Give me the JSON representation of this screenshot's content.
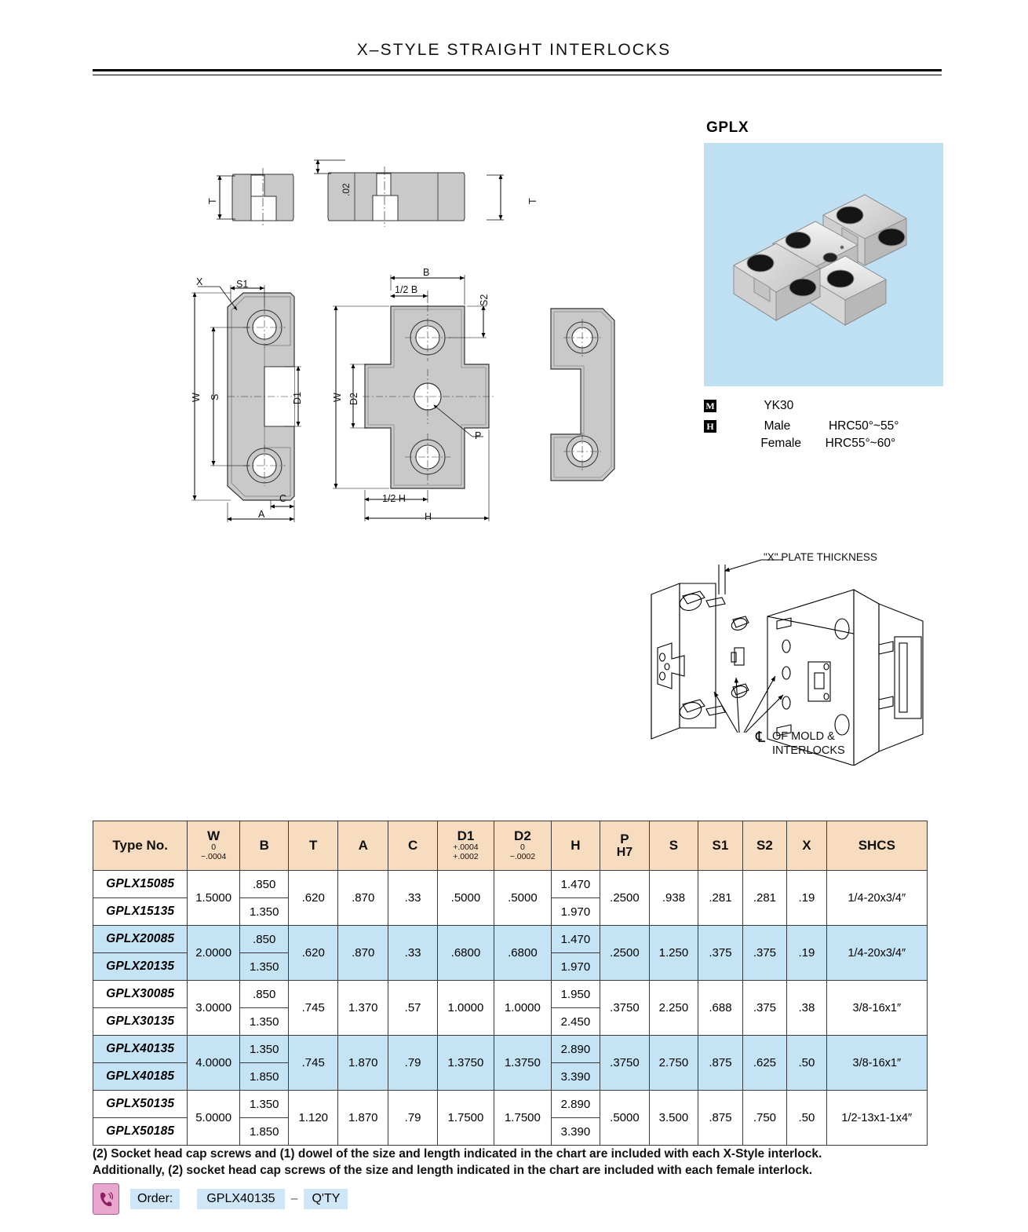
{
  "header": {
    "title": "X–STYLE  STRAIGHT  INTERLOCKS"
  },
  "product": {
    "code": "GPLX",
    "material_badge": "M",
    "hardness_badge": "H",
    "material": "YK30",
    "male_label": "Male",
    "male_hardness": "HRC50°~55°",
    "female_label": "Female",
    "female_hardness": "HRC55°~60°"
  },
  "drawings": {
    "side_view_left": {
      "T": "T"
    },
    "side_view_mid": {
      "tol": ".02",
      "T": "T"
    },
    "male_view": {
      "X": "X",
      "S1": "S1",
      "W": "W",
      "S": "S",
      "D1": "D1",
      "C": "C",
      "A": "A"
    },
    "cross_view": {
      "B": "B",
      "half_B": "1/2 B",
      "S2": "S2",
      "W": "W",
      "D2": "D2",
      "P": "P",
      "half_H": "1/2 H",
      "H": "H"
    },
    "mold": {
      "plate_thickness": "\"X\" PLATE THICKNESS",
      "centerline_glyph": "℄",
      "centerline_line1": "OF MOLD &",
      "centerline_line2": "INTERLOCKS"
    }
  },
  "table": {
    "columns": [
      {
        "key": "type",
        "label": "Type No.",
        "tol": ""
      },
      {
        "key": "W",
        "label": "W",
        "tol_top": "0",
        "tol_bot": "−.0004"
      },
      {
        "key": "B",
        "label": "B",
        "tol": ""
      },
      {
        "key": "T",
        "label": "T",
        "tol": ""
      },
      {
        "key": "A",
        "label": "A",
        "tol": ""
      },
      {
        "key": "C",
        "label": "C",
        "tol": ""
      },
      {
        "key": "D1",
        "label": "D1",
        "tol_top": "+.0004",
        "tol_bot": "+.0002"
      },
      {
        "key": "D2",
        "label": "D2",
        "tol_top": "0",
        "tol_bot": "−.0002"
      },
      {
        "key": "H",
        "label": "H",
        "tol": ""
      },
      {
        "key": "P",
        "label": "P",
        "sub": "H7"
      },
      {
        "key": "S",
        "label": "S",
        "tol": ""
      },
      {
        "key": "S1",
        "label": "S1",
        "tol": ""
      },
      {
        "key": "S2",
        "label": "S2",
        "tol": ""
      },
      {
        "key": "X",
        "label": "X",
        "tol": ""
      },
      {
        "key": "SHCS",
        "label": "SHCS",
        "tol": ""
      }
    ],
    "groups": [
      {
        "highlight": false,
        "types": [
          "GPLX15085",
          "GPLX15135"
        ],
        "W": "1.5000",
        "B": [
          ".850",
          "1.350"
        ],
        "T": ".620",
        "A": ".870",
        "C": ".33",
        "D1": ".5000",
        "D2": ".5000",
        "H": [
          "1.470",
          "1.970"
        ],
        "P": ".2500",
        "S": ".938",
        "S1": ".281",
        "S2": ".281",
        "X": ".19",
        "SHCS": "1/4-20x3/4″"
      },
      {
        "highlight": true,
        "types": [
          "GPLX20085",
          "GPLX20135"
        ],
        "W": "2.0000",
        "B": [
          ".850",
          "1.350"
        ],
        "T": ".620",
        "A": ".870",
        "C": ".33",
        "D1": ".6800",
        "D2": ".6800",
        "H": [
          "1.470",
          "1.970"
        ],
        "P": ".2500",
        "S": "1.250",
        "S1": ".375",
        "S2": ".375",
        "X": ".19",
        "SHCS": "1/4-20x3/4″"
      },
      {
        "highlight": false,
        "types": [
          "GPLX30085",
          "GPLX30135"
        ],
        "W": "3.0000",
        "B": [
          ".850",
          "1.350"
        ],
        "T": ".745",
        "A": "1.370",
        "C": ".57",
        "D1": "1.0000",
        "D2": "1.0000",
        "H": [
          "1.950",
          "2.450"
        ],
        "P": ".3750",
        "S": "2.250",
        "S1": ".688",
        "S2": ".375",
        "X": ".38",
        "SHCS": "3/8-16x1″"
      },
      {
        "highlight": true,
        "types": [
          "GPLX40135",
          "GPLX40185"
        ],
        "W": "4.0000",
        "B": [
          "1.350",
          "1.850"
        ],
        "T": ".745",
        "A": "1.870",
        "C": ".79",
        "D1": "1.3750",
        "D2": "1.3750",
        "H": [
          "2.890",
          "3.390"
        ],
        "P": ".3750",
        "S": "2.750",
        "S1": ".875",
        "S2": ".625",
        "X": ".50",
        "SHCS": "3/8-16x1″"
      },
      {
        "highlight": false,
        "types": [
          "GPLX50135",
          "GPLX50185"
        ],
        "W": "5.0000",
        "B": [
          "1.350",
          "1.850"
        ],
        "T": "1.120",
        "A": "1.870",
        "C": ".79",
        "D1": "1.7500",
        "D2": "1.7500",
        "H": [
          "2.890",
          "3.390"
        ],
        "P": ".5000",
        "S": "3.500",
        "S1": ".875",
        "S2": ".750",
        "X": ".50",
        "SHCS": "1/2-13x1-1x4″"
      }
    ]
  },
  "footnote": {
    "line1": "(2) Socket head cap screws and (1) dowel of the size and length indicated in the chart are included with each X-Style interlock.",
    "line2": "Additionally, (2) socket head cap screws of the size and length indicated in the chart are included with each female interlock."
  },
  "order": {
    "icon": "phone-icon",
    "label": "Order:",
    "value": "GPLX40135",
    "separator": "–",
    "qty": "Q'TY"
  },
  "colors": {
    "header_fill": "#f8dcbf",
    "row_highlight": "#c4e4f6",
    "photo_bg": "#bfdff2",
    "order_field": "#cfe6f7",
    "phone_icon": "#e8a8ce"
  }
}
